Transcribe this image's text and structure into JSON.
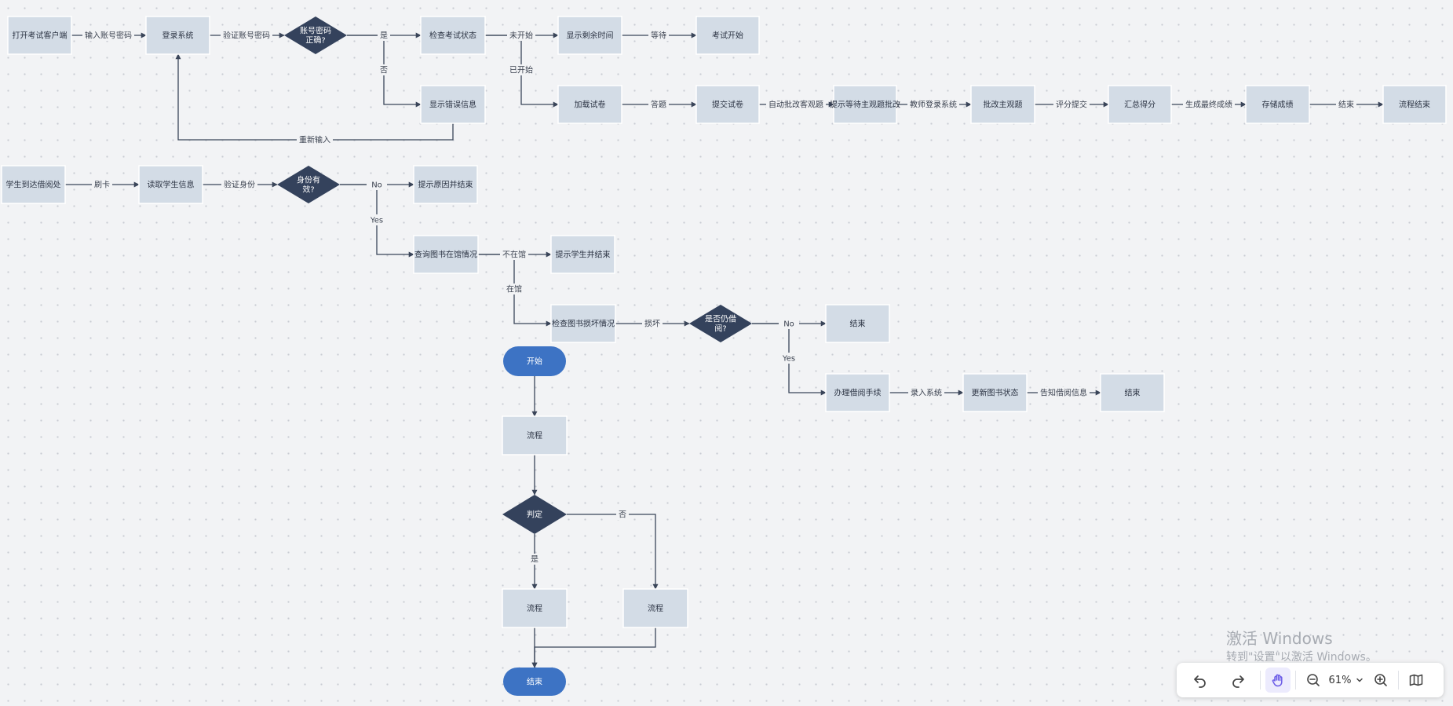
{
  "diagram": {
    "nodes": [
      {
        "id": "n1",
        "shape": "rect",
        "label": "打开考试客户端"
      },
      {
        "id": "n2",
        "shape": "rect",
        "label": "登录系统"
      },
      {
        "id": "n3",
        "shape": "diamond",
        "label": "账号密码\n正确?"
      },
      {
        "id": "n4",
        "shape": "rect",
        "label": "检查考试状态"
      },
      {
        "id": "n5",
        "shape": "rect",
        "label": "显示剩余时间"
      },
      {
        "id": "n6",
        "shape": "rect",
        "label": "考试开始"
      },
      {
        "id": "n7",
        "shape": "rect",
        "label": "显示错误信息"
      },
      {
        "id": "n8",
        "shape": "rect",
        "label": "加载试卷"
      },
      {
        "id": "n9",
        "shape": "rect",
        "label": "提交试卷"
      },
      {
        "id": "n10",
        "shape": "rect",
        "label": "提示等待主观题批改"
      },
      {
        "id": "n11",
        "shape": "rect",
        "label": "批改主观题"
      },
      {
        "id": "n12",
        "shape": "rect",
        "label": "汇总得分"
      },
      {
        "id": "n13",
        "shape": "rect",
        "label": "存储成绩"
      },
      {
        "id": "n14",
        "shape": "rect",
        "label": "流程结束"
      },
      {
        "id": "m1",
        "shape": "rect",
        "label": "学生到达借阅处"
      },
      {
        "id": "m2",
        "shape": "rect",
        "label": "读取学生信息"
      },
      {
        "id": "m3",
        "shape": "diamond",
        "label": "身份有\n效?"
      },
      {
        "id": "m4",
        "shape": "rect",
        "label": "提示原因并结束"
      },
      {
        "id": "m5",
        "shape": "rect",
        "label": "查询图书在馆情况"
      },
      {
        "id": "m6",
        "shape": "rect",
        "label": "提示学生并结束"
      },
      {
        "id": "m7",
        "shape": "rect",
        "label": "检查图书损坏情况"
      },
      {
        "id": "m8",
        "shape": "diamond",
        "label": "是否仍借\n阅?"
      },
      {
        "id": "m9",
        "shape": "rect",
        "label": "结束"
      },
      {
        "id": "m10",
        "shape": "rect",
        "label": "办理借阅手续"
      },
      {
        "id": "m11",
        "shape": "rect",
        "label": "更新图书状态"
      },
      {
        "id": "m12",
        "shape": "rect",
        "label": "结束"
      },
      {
        "id": "s1",
        "shape": "pill",
        "label": "开始"
      },
      {
        "id": "s2",
        "shape": "rect",
        "label": "流程"
      },
      {
        "id": "s3",
        "shape": "diamond",
        "label": "判定"
      },
      {
        "id": "s4",
        "shape": "rect",
        "label": "流程"
      },
      {
        "id": "s5",
        "shape": "rect",
        "label": "流程"
      },
      {
        "id": "s6",
        "shape": "pill",
        "label": "结束"
      }
    ],
    "edges": [
      {
        "from": "n1",
        "to": "n2",
        "label": "输入账号密码"
      },
      {
        "from": "n2",
        "to": "n3",
        "label": "验证账号密码"
      },
      {
        "from": "n3",
        "to": "n4",
        "label": "是"
      },
      {
        "from": "n3",
        "to": "n7",
        "label": "否"
      },
      {
        "from": "n7",
        "to": "n2",
        "label": "重新输入"
      },
      {
        "from": "n4",
        "to": "n5",
        "label": "未开始"
      },
      {
        "from": "n5",
        "to": "n6",
        "label": "等待"
      },
      {
        "from": "n4",
        "to": "n8",
        "label": "已开始"
      },
      {
        "from": "n8",
        "to": "n9",
        "label": "答题"
      },
      {
        "from": "n9",
        "to": "n10",
        "label": "自动批改客观题"
      },
      {
        "from": "n10",
        "to": "n11",
        "label": "教师登录系统"
      },
      {
        "from": "n11",
        "to": "n12",
        "label": "评分提交"
      },
      {
        "from": "n12",
        "to": "n13",
        "label": "生成最终成绩"
      },
      {
        "from": "n13",
        "to": "n14",
        "label": "结束"
      },
      {
        "from": "m1",
        "to": "m2",
        "label": "刷卡"
      },
      {
        "from": "m2",
        "to": "m3",
        "label": "验证身份"
      },
      {
        "from": "m3",
        "to": "m4",
        "label": "No"
      },
      {
        "from": "m3",
        "to": "m5",
        "label": "Yes"
      },
      {
        "from": "m5",
        "to": "m6",
        "label": "不在馆"
      },
      {
        "from": "m5",
        "to": "m7",
        "label": "在馆"
      },
      {
        "from": "m7",
        "to": "m8",
        "label": "损坏"
      },
      {
        "from": "m8",
        "to": "m9",
        "label": "No"
      },
      {
        "from": "m8",
        "to": "m10",
        "label": "Yes"
      },
      {
        "from": "m10",
        "to": "m11",
        "label": "录入系统"
      },
      {
        "from": "m11",
        "to": "m12",
        "label": "告知借阅信息"
      },
      {
        "from": "s1",
        "to": "s2",
        "label": ""
      },
      {
        "from": "s2",
        "to": "s3",
        "label": ""
      },
      {
        "from": "s3",
        "to": "s4",
        "label": "是"
      },
      {
        "from": "s3",
        "to": "s5",
        "label": "否"
      },
      {
        "from": "s4",
        "to": "s6",
        "label": ""
      },
      {
        "from": "s5",
        "to": "s6",
        "label": ""
      }
    ]
  },
  "watermark": {
    "line1": "激活 Windows",
    "line2": "转到\"设置\"以激活 Windows。"
  },
  "toolbar": {
    "undo_icon": "undo-icon",
    "redo_icon": "redo-icon",
    "hand_icon": "hand-icon",
    "zoom_out_icon": "zoom-out-icon",
    "zoom_level": "61%",
    "zoom_chevron_icon": "chevron-down-icon",
    "zoom_in_icon": "zoom-in-icon",
    "map_icon": "map-icon"
  },
  "colors": {
    "rect_fill": "#d3dce6",
    "rect_stroke": "#ffffff",
    "diamond_fill": "#34425c",
    "pill_fill": "#3d73c4",
    "edge": "#3a4559",
    "text_dark": "#2c3444",
    "text_light": "#ffffff",
    "accent": "#6b5ce7"
  }
}
